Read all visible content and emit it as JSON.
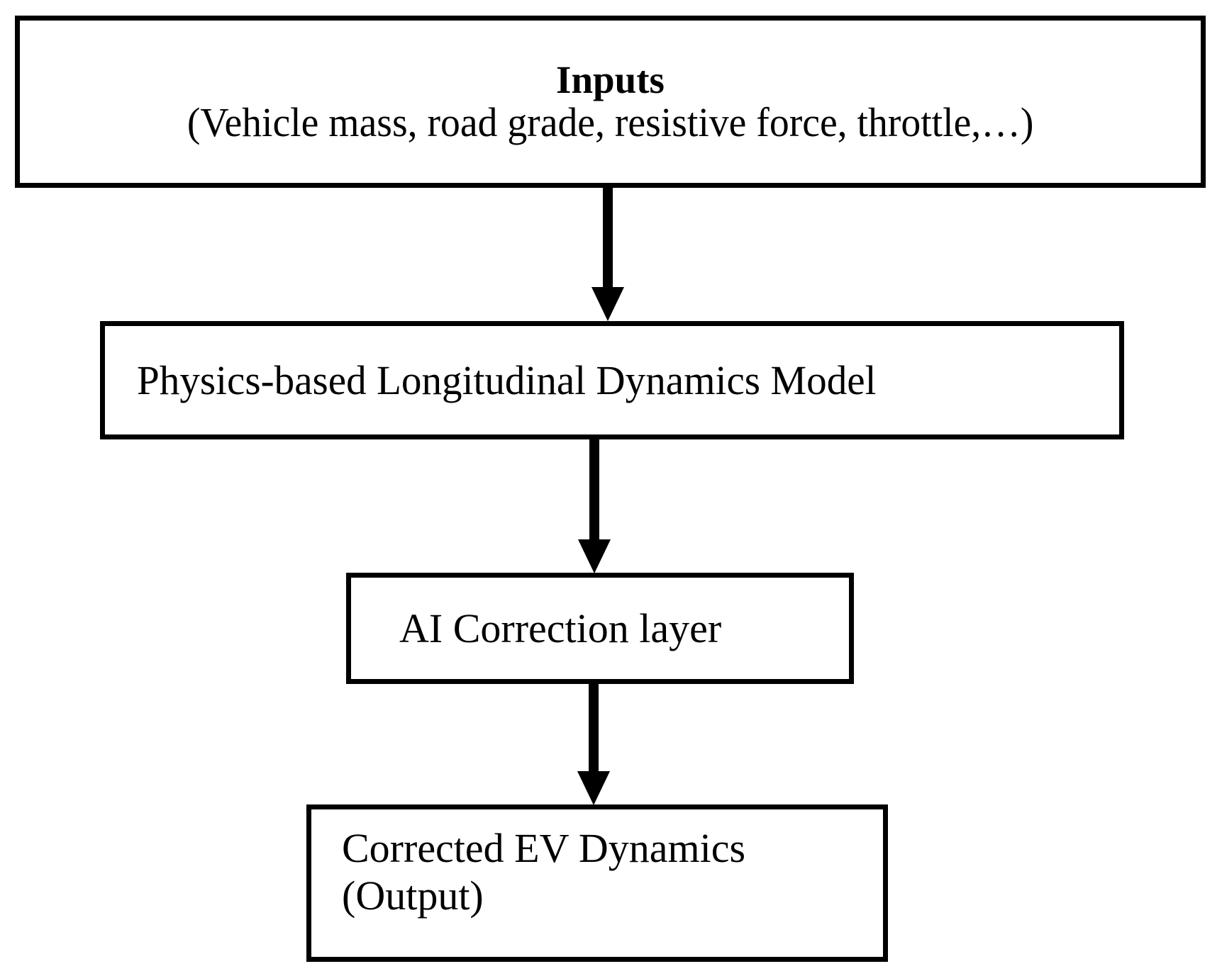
{
  "diagram": {
    "title": "EV Longitudinal Dynamics Flowchart",
    "type": "flowchart",
    "orientation": "top-to-bottom",
    "colors": {
      "stroke": "#000000",
      "fill": "#ffffff",
      "text": "#000000"
    },
    "nodes": [
      {
        "id": "inputs",
        "label_title": "Inputs",
        "label_detail": "(Vehicle mass, road grade, resistive force, throttle,…)",
        "shape": "rectangle",
        "title_bold": true,
        "text_align": "center"
      },
      {
        "id": "physics",
        "label": "Physics-based Longitudinal Dynamics Model",
        "shape": "rectangle",
        "text_align": "left"
      },
      {
        "id": "ai",
        "label": "AI Correction layer",
        "shape": "rectangle",
        "text_align": "left"
      },
      {
        "id": "output",
        "label_line1": "Corrected EV Dynamics",
        "label_line2": "(Output)",
        "shape": "rectangle",
        "text_align": "left"
      }
    ],
    "edges": [
      {
        "id": "edge-1",
        "from": "inputs",
        "to": "physics",
        "style": "solid-arrow",
        "direction": "down"
      },
      {
        "id": "edge-2",
        "from": "physics",
        "to": "ai",
        "style": "solid-arrow",
        "direction": "down"
      },
      {
        "id": "edge-3",
        "from": "ai",
        "to": "output",
        "style": "solid-arrow",
        "direction": "down"
      }
    ]
  }
}
